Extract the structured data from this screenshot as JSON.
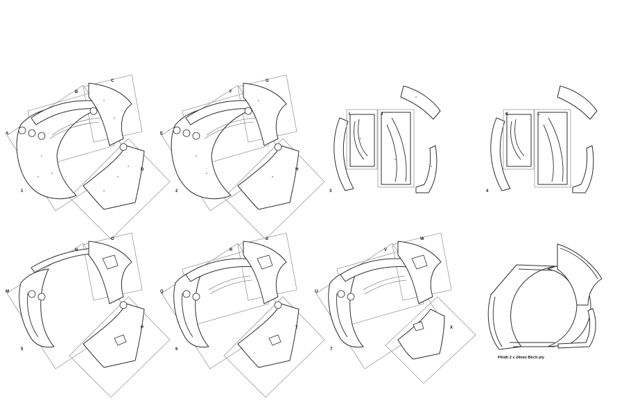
{
  "sheets": [
    {
      "number": "1",
      "labels": [
        "A",
        "B",
        "C",
        "D"
      ]
    },
    {
      "number": "2",
      "labels": [
        "E",
        "F",
        "G",
        "H"
      ]
    },
    {
      "number": "3",
      "labels": [
        "I",
        "J"
      ]
    },
    {
      "number": "4",
      "labels": [
        "K",
        "L"
      ]
    },
    {
      "number": "5",
      "labels": [
        "M",
        "N",
        "O",
        "P"
      ]
    },
    {
      "number": "6",
      "labels": [
        "Q",
        "R",
        "S",
        "T"
      ]
    },
    {
      "number": "7",
      "labels": [
        "U",
        "V",
        "W",
        "X"
      ]
    }
  ],
  "plinth": {
    "caption": "Plinth 2 x 24mm Birch ply"
  }
}
